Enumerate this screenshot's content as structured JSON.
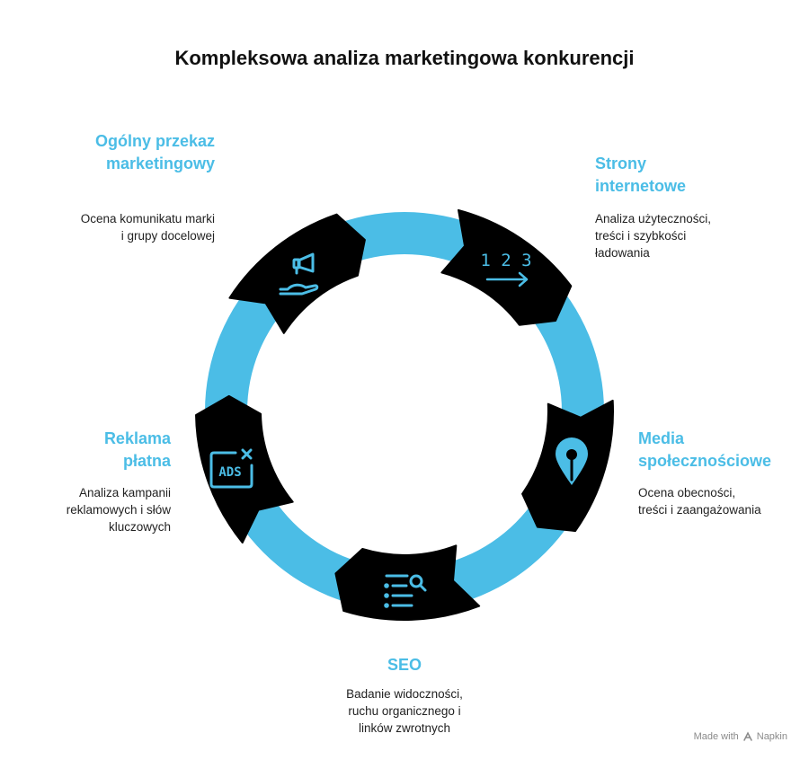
{
  "title": "Kompleksowa analiza marketingowa konkurencji",
  "colors": {
    "ring": "#4bbde6",
    "segment": "#000000",
    "icon": "#4bbde6",
    "heading": "#4bbde6",
    "text": "#222222"
  },
  "stages": [
    {
      "id": "przekaz",
      "heading": "Ogólny przekaz marketingowy",
      "description": "Ocena komunikatu marki i grupy docelowej",
      "icon": "megaphone-hand-icon"
    },
    {
      "id": "strony",
      "heading": "Strony internetowe",
      "description": "Analiza użyteczności, treści i szybkości ładowania",
      "icon": "numbers-arrow-icon",
      "icon_text": "1 2 3"
    },
    {
      "id": "media",
      "heading": "Media społecznościowe",
      "description": "Ocena obecności, treści i zaangażowania",
      "icon": "location-pin-icon"
    },
    {
      "id": "seo",
      "heading": "SEO",
      "description": "Badanie widoczności, ruchu organicznego i linków zwrotnych",
      "icon": "search-list-icon"
    },
    {
      "id": "reklama",
      "heading": "Reklama płatna",
      "description": "Analiza kampanii reklamowych i słów kluczowych",
      "icon": "ads-window-icon",
      "icon_text": "ADS"
    }
  ],
  "footer": {
    "text": "Made with",
    "brand": "Napkin"
  }
}
